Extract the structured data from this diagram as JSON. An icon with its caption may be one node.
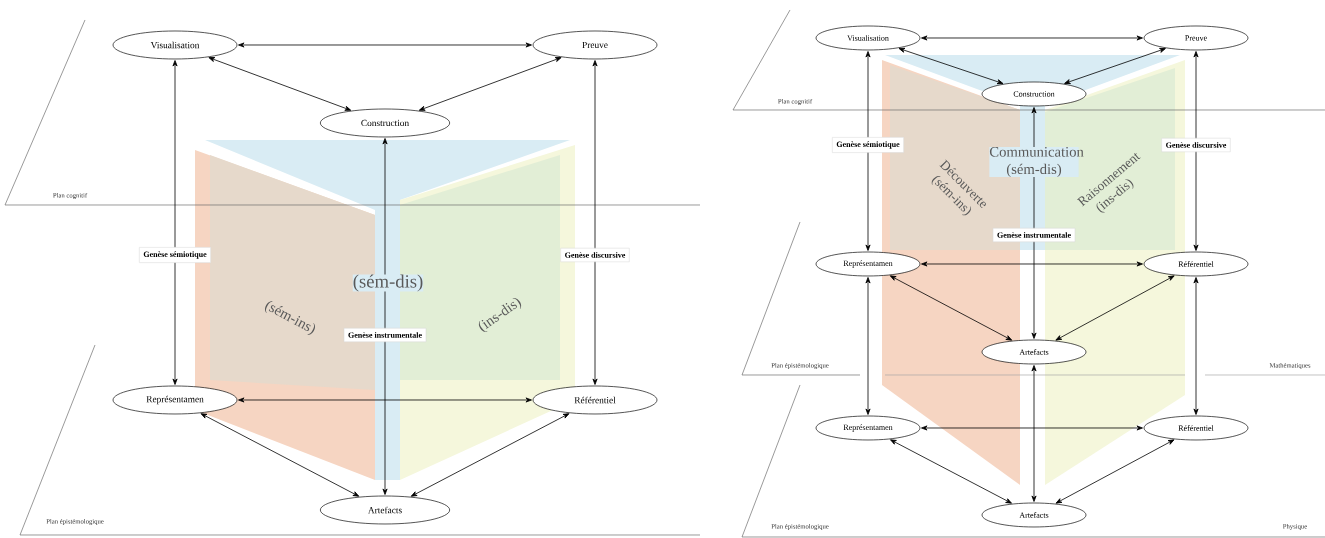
{
  "diagram": {
    "nodes": [
      {
        "text": [
          "Visualisation"
        ]
      },
      {
        "text": [
          "Preuve"
        ]
      },
      {
        "text": [
          "Construction"
        ]
      },
      {
        "text": [
          "Représentamen"
        ]
      },
      {
        "text": [
          "Référentiel"
        ]
      },
      {
        "text": [
          "Artefacts"
        ]
      },
      {
        "text": [
          "Visualisation"
        ]
      },
      {
        "text": [
          "Preuve"
        ]
      },
      {
        "text": [
          "Construction"
        ]
      },
      {
        "text": [
          "Représentamen"
        ]
      },
      {
        "text": [
          "Référentiel"
        ]
      },
      {
        "text": [
          "Artefacts"
        ]
      },
      {
        "text": [
          "Représentamen"
        ]
      },
      {
        "text": [
          "Référentiel"
        ]
      },
      {
        "text": [
          "Artefacts"
        ]
      }
    ],
    "edges": [
      {
        "from": 0,
        "to": 1,
        "arrow": "both"
      },
      {
        "from": 0,
        "to": 2,
        "arrow": "both"
      },
      {
        "from": 1,
        "to": 2,
        "arrow": "both"
      },
      {
        "from": 0,
        "to": 3,
        "arrow": "both",
        "label": "Genèse sémiotique"
      },
      {
        "from": 1,
        "to": 4,
        "arrow": "both",
        "label": "Genèse discursive"
      },
      {
        "from": 2,
        "to": 5,
        "arrow": "both",
        "label": "Genèse instrumentale"
      },
      {
        "from": 3,
        "to": 4,
        "arrow": "both"
      },
      {
        "from": 3,
        "to": 5,
        "arrow": "both"
      },
      {
        "from": 4,
        "to": 5,
        "arrow": "both"
      },
      {
        "from": 6,
        "to": 7,
        "arrow": "both"
      },
      {
        "from": 6,
        "to": 8,
        "arrow": "both"
      },
      {
        "from": 7,
        "to": 8,
        "arrow": "both"
      },
      {
        "from": 6,
        "to": 9,
        "arrow": "both",
        "label": "Genèse sémiotique"
      },
      {
        "from": 7,
        "to": 10,
        "arrow": "both",
        "label": "Genèse discursive"
      },
      {
        "from": 8,
        "to": 11,
        "arrow": "both",
        "label": "Genèse instrumentale"
      },
      {
        "from": 9,
        "to": 10,
        "arrow": "both"
      },
      {
        "from": 9,
        "to": 11,
        "arrow": "both"
      },
      {
        "from": 10,
        "to": 11,
        "arrow": "both"
      },
      {
        "from": 9,
        "to": 12,
        "arrow": "both"
      },
      {
        "from": 10,
        "to": 13,
        "arrow": "both"
      },
      {
        "from": 11,
        "to": 14,
        "arrow": "both"
      },
      {
        "from": 12,
        "to": 13,
        "arrow": "both"
      },
      {
        "from": 12,
        "to": 14,
        "arrow": "both"
      },
      {
        "from": 13,
        "to": 14,
        "arrow": "both"
      }
    ],
    "labels": [
      "Plan cognitif",
      "(sém-dis)",
      "(sém-ins)",
      "(ins-dis)",
      "Plan épistémologique",
      "Plan cognitif",
      "Communication (sém-dis)",
      "Découverte (sém-ins)",
      "Raisonnement (ins-dis)",
      "Plan épistémologique",
      "Mathématiques",
      "Plan épistémologique",
      "Physique"
    ]
  }
}
